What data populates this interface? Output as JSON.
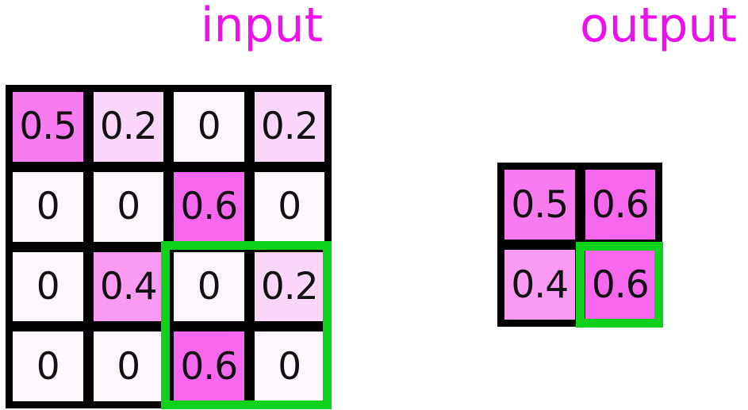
{
  "titles": {
    "input": "input",
    "output": "output"
  },
  "colors": {
    "background": "#ffffff",
    "title": "#ee0eee",
    "grid_line": "#000000",
    "number_text": "#111111",
    "highlight_green": "#0dd11b",
    "value_colors": {
      "0": "#fdf7fd",
      "0.2": "#fbd6f8",
      "0.4": "#fa9af2",
      "0.5": "#f87cf0",
      "0.6": "#f767ee"
    }
  },
  "input_grid": {
    "rows": [
      [
        "0.5",
        "0.2",
        "0",
        "0.2"
      ],
      [
        "0",
        "0",
        "0.6",
        "0"
      ],
      [
        "0",
        "0.4",
        "0",
        "0.2"
      ],
      [
        "0",
        "0",
        "0.6",
        "0"
      ]
    ],
    "highlighted_region": "rows 3-4, columns 3-4"
  },
  "output_grid": {
    "rows": [
      [
        "0.5",
        "0.6"
      ],
      [
        "0.4",
        "0.6"
      ]
    ],
    "highlighted_region": "row 2, column 2"
  }
}
